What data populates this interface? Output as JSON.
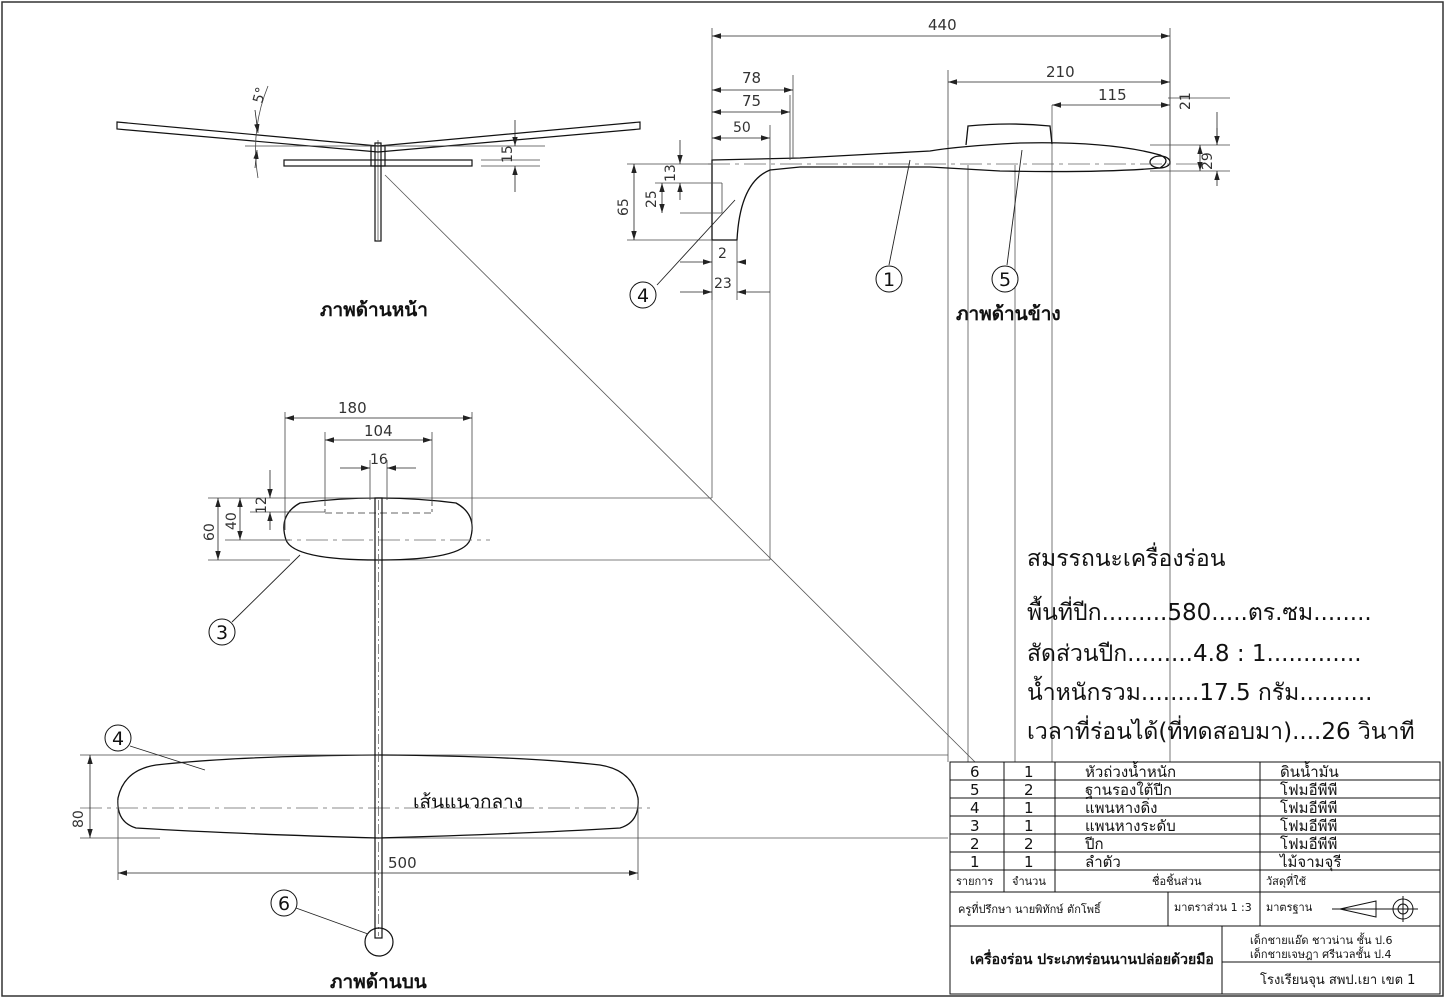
{
  "views": {
    "front": "ภาพด้านหน้า",
    "side": "ภาพด้านข้าง",
    "top": "ภาพด้านบน",
    "centerline": "เส้นแนวกลาง"
  },
  "dimensions": {
    "front_angle": "5°",
    "front_15": "15",
    "side_440": "440",
    "side_210": "210",
    "side_115": "115",
    "side_78": "78",
    "side_75": "75",
    "side_50": "50",
    "side_21": "21",
    "side_29": "29",
    "side_65": "65",
    "side_25": "25",
    "side_13": "13",
    "side_2": "2",
    "side_23": "23",
    "stab_180": "180",
    "stab_104": "104",
    "stab_16": "16",
    "stab_60": "60",
    "stab_40": "40",
    "stab_12": "12",
    "wing_80": "80",
    "wing_500": "500"
  },
  "callouts": [
    "1",
    "2",
    "3",
    "4",
    "5",
    "6"
  ],
  "performance": {
    "title": "สมรรถนะเครื่องร่อน",
    "wing_area": "พื้นที่ปีก.........580.....ตร.ซม........",
    "aspect_ratio": "สัดส่วนปีก.........4.8 : 1.............",
    "total_weight": "น้ำหนักรวม........17.5 กรัม..........",
    "flight_time": "เวลาที่ร่อนได้(ที่ทดสอบมา)....26 วินาที"
  },
  "parts_table": {
    "rows": [
      {
        "no": "6",
        "qty": "1",
        "name": "หัวถ่วงน้ำหนัก",
        "material": "ดินน้ำมัน"
      },
      {
        "no": "5",
        "qty": "2",
        "name": "ฐานรองใต้ปีก",
        "material": "โฟมอีพีพี"
      },
      {
        "no": "4",
        "qty": "1",
        "name": "แพนหางดิ่ง",
        "material": "โฟมอีพีพี"
      },
      {
        "no": "3",
        "qty": "1",
        "name": "แพนหางระดับ",
        "material": "โฟมอีพีพี"
      },
      {
        "no": "2",
        "qty": "2",
        "name": "ปีก",
        "material": "โฟมอีพีพี"
      },
      {
        "no": "1",
        "qty": "1",
        "name": "ลำตัว",
        "material": "ไม้จามจุรี"
      }
    ],
    "headers": {
      "item": "รายการ",
      "qty": "จำนวน",
      "name": "ชื่อชิ้นส่วน",
      "material": "วัสดุที่ใช้"
    }
  },
  "title_block": {
    "advisor": "ครูที่ปรึกษา นายพิทักษ์ ตักโพธิ์",
    "scale": "มาตราส่วน 1 :3",
    "standard": "มาตรฐาน",
    "title": "เครื่องร่อน ประเภทร่อนนานปล่อยด้วยมือ",
    "student1": "เด็กชายแอ๊ด ชาวน่าน ชั้น ป.6",
    "student2": "เด็กชายเจษฎา ศรีนวลชั้น ป.4",
    "school": "โรงเรียนจุน สพป.เยา เขต 1"
  }
}
